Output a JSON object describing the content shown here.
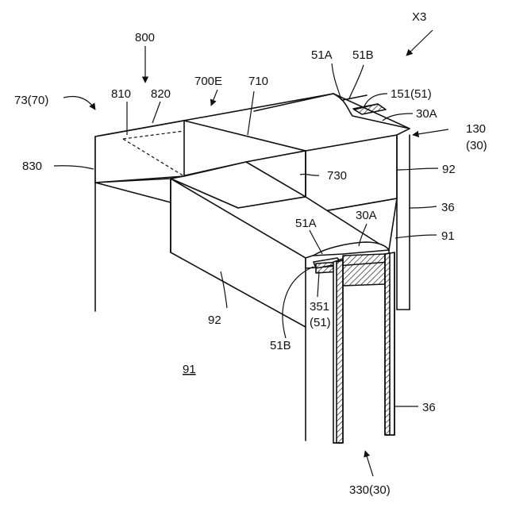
{
  "figure": {
    "labels": {
      "x3": "X3",
      "r800": "800",
      "r73_70": "73(70)",
      "r810": "810",
      "r820": "820",
      "r700E": "700E",
      "r710": "710",
      "r51A_top": "51A",
      "r51B_top": "51B",
      "r151_51": "151(51)",
      "r30A_top": "30A",
      "r130": "130",
      "r30_right": "(30)",
      "r830": "830",
      "r730": "730",
      "r92_right": "92",
      "r36_upper": "36",
      "r51A_mid": "51A",
      "r30A_mid": "30A",
      "r91_right": "91",
      "r92_left": "92",
      "r351": "351",
      "r51_paren": "(51)",
      "r51B_low": "51B",
      "r91_front": "91",
      "r36_lower": "36",
      "r330_30": "330(30)"
    }
  }
}
